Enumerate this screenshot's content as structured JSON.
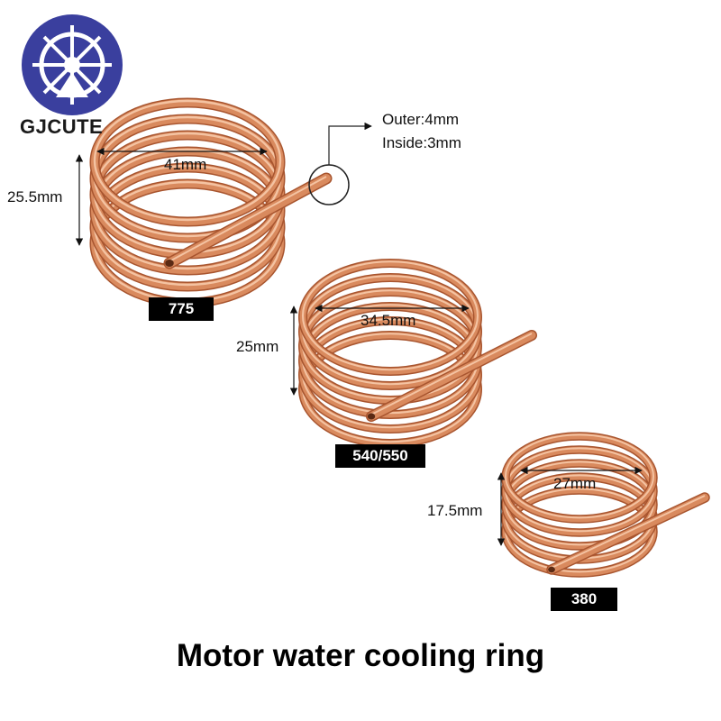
{
  "brand": {
    "name": "GJCUTE",
    "logo_icon": "ships-wheel-icon",
    "logo_color": "#3a3f9e"
  },
  "title": "Motor water cooling ring",
  "tube_callout": {
    "outer": "Outer:4mm",
    "inside": "Inside:3mm"
  },
  "coils": [
    {
      "model": "775",
      "diameter": "41mm",
      "height": "25.5mm"
    },
    {
      "model": "540/550",
      "diameter": "34.5mm",
      "height": "25mm"
    },
    {
      "model": "380",
      "diameter": "27mm",
      "height": "17.5mm"
    }
  ],
  "colors": {
    "copper": "#d98a5e",
    "copper_dark": "#a8552f",
    "copper_light": "#f4c3a2",
    "badge": "#000000"
  }
}
